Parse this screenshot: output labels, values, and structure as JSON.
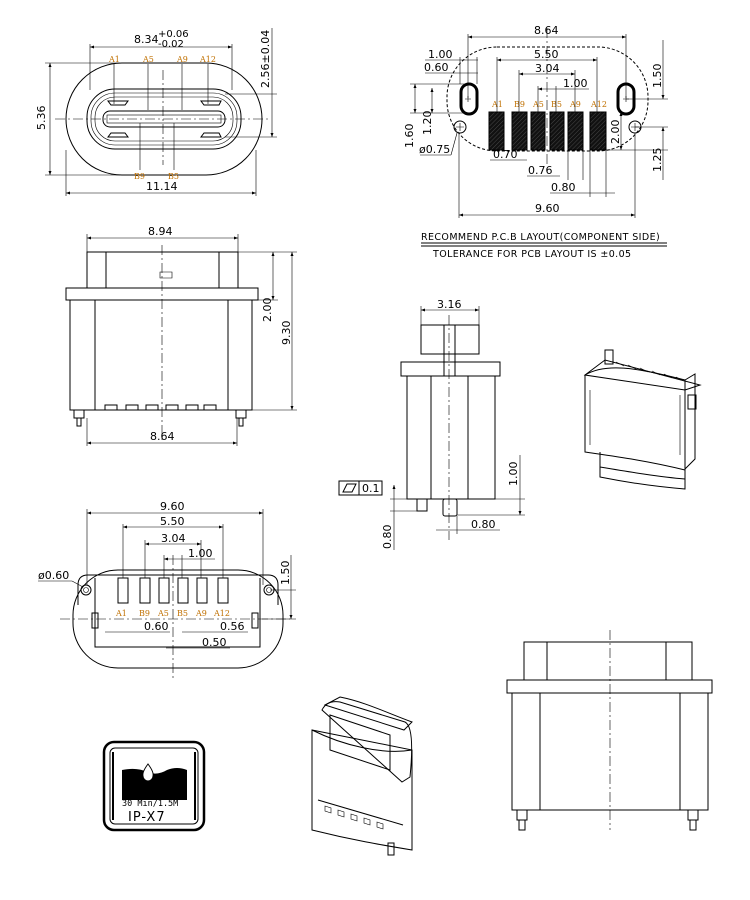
{
  "front_view": {
    "width_main": "8.34",
    "tol_plus": "+0.06",
    "tol_minus": "-0.02",
    "height": "5.36",
    "inner_height": "2.56±0.04",
    "overall_width": "11.14",
    "pins_top": [
      "A1",
      "A5",
      "A9",
      "A12"
    ],
    "pins_bottom": [
      "B9",
      "B5"
    ]
  },
  "pcb_layout": {
    "dims": {
      "overall": "8.64",
      "outer_pads": "5.50",
      "inner_pads": "3.04",
      "center_pitch": "1.00",
      "slot_length": "1.00",
      "slot_width": "0.60",
      "slot_offset": "1.60",
      "slot_height": "1.20",
      "hole_dia": "ø0.75",
      "pad_width": "0.70",
      "pad_gap": "0.76",
      "pad_w2": "0.80",
      "hole_span": "9.60",
      "right_top": "1.50",
      "pad_length": "2.00",
      "right_bottom": "1.25"
    },
    "pad_labels": [
      "A1",
      "B9",
      "A5",
      "B5",
      "A9",
      "A12"
    ],
    "caption": "RECOMMEND P.C.B LAYOUT(COMPONENT SIDE)",
    "tolerance": "TOLERANCE FOR PCB LAYOUT IS ±0.05"
  },
  "side_view": {
    "top_width": "8.94",
    "flange_height": "2.00",
    "total_height": "9.30",
    "pin_span": "8.64"
  },
  "end_view": {
    "top_width": "3.16",
    "flatness_value": "0.1",
    "pin_height": "1.00",
    "pin_len": "0.80",
    "pin_offset": "0.80"
  },
  "bottom_view": {
    "hole_span": "9.60",
    "outer_pads": "5.50",
    "inner_pads": "3.04",
    "pitch": "1.00",
    "hole_dia": "ø0.60",
    "offset": "1.50",
    "pin_labels": [
      "A1",
      "B9",
      "A5",
      "B5",
      "A9",
      "A12"
    ],
    "d1": "0.60",
    "d2": "0.56",
    "d3": "0.50"
  },
  "ip_badge": {
    "spec": "30 Min/1.5M",
    "rating": "IP-X7"
  }
}
